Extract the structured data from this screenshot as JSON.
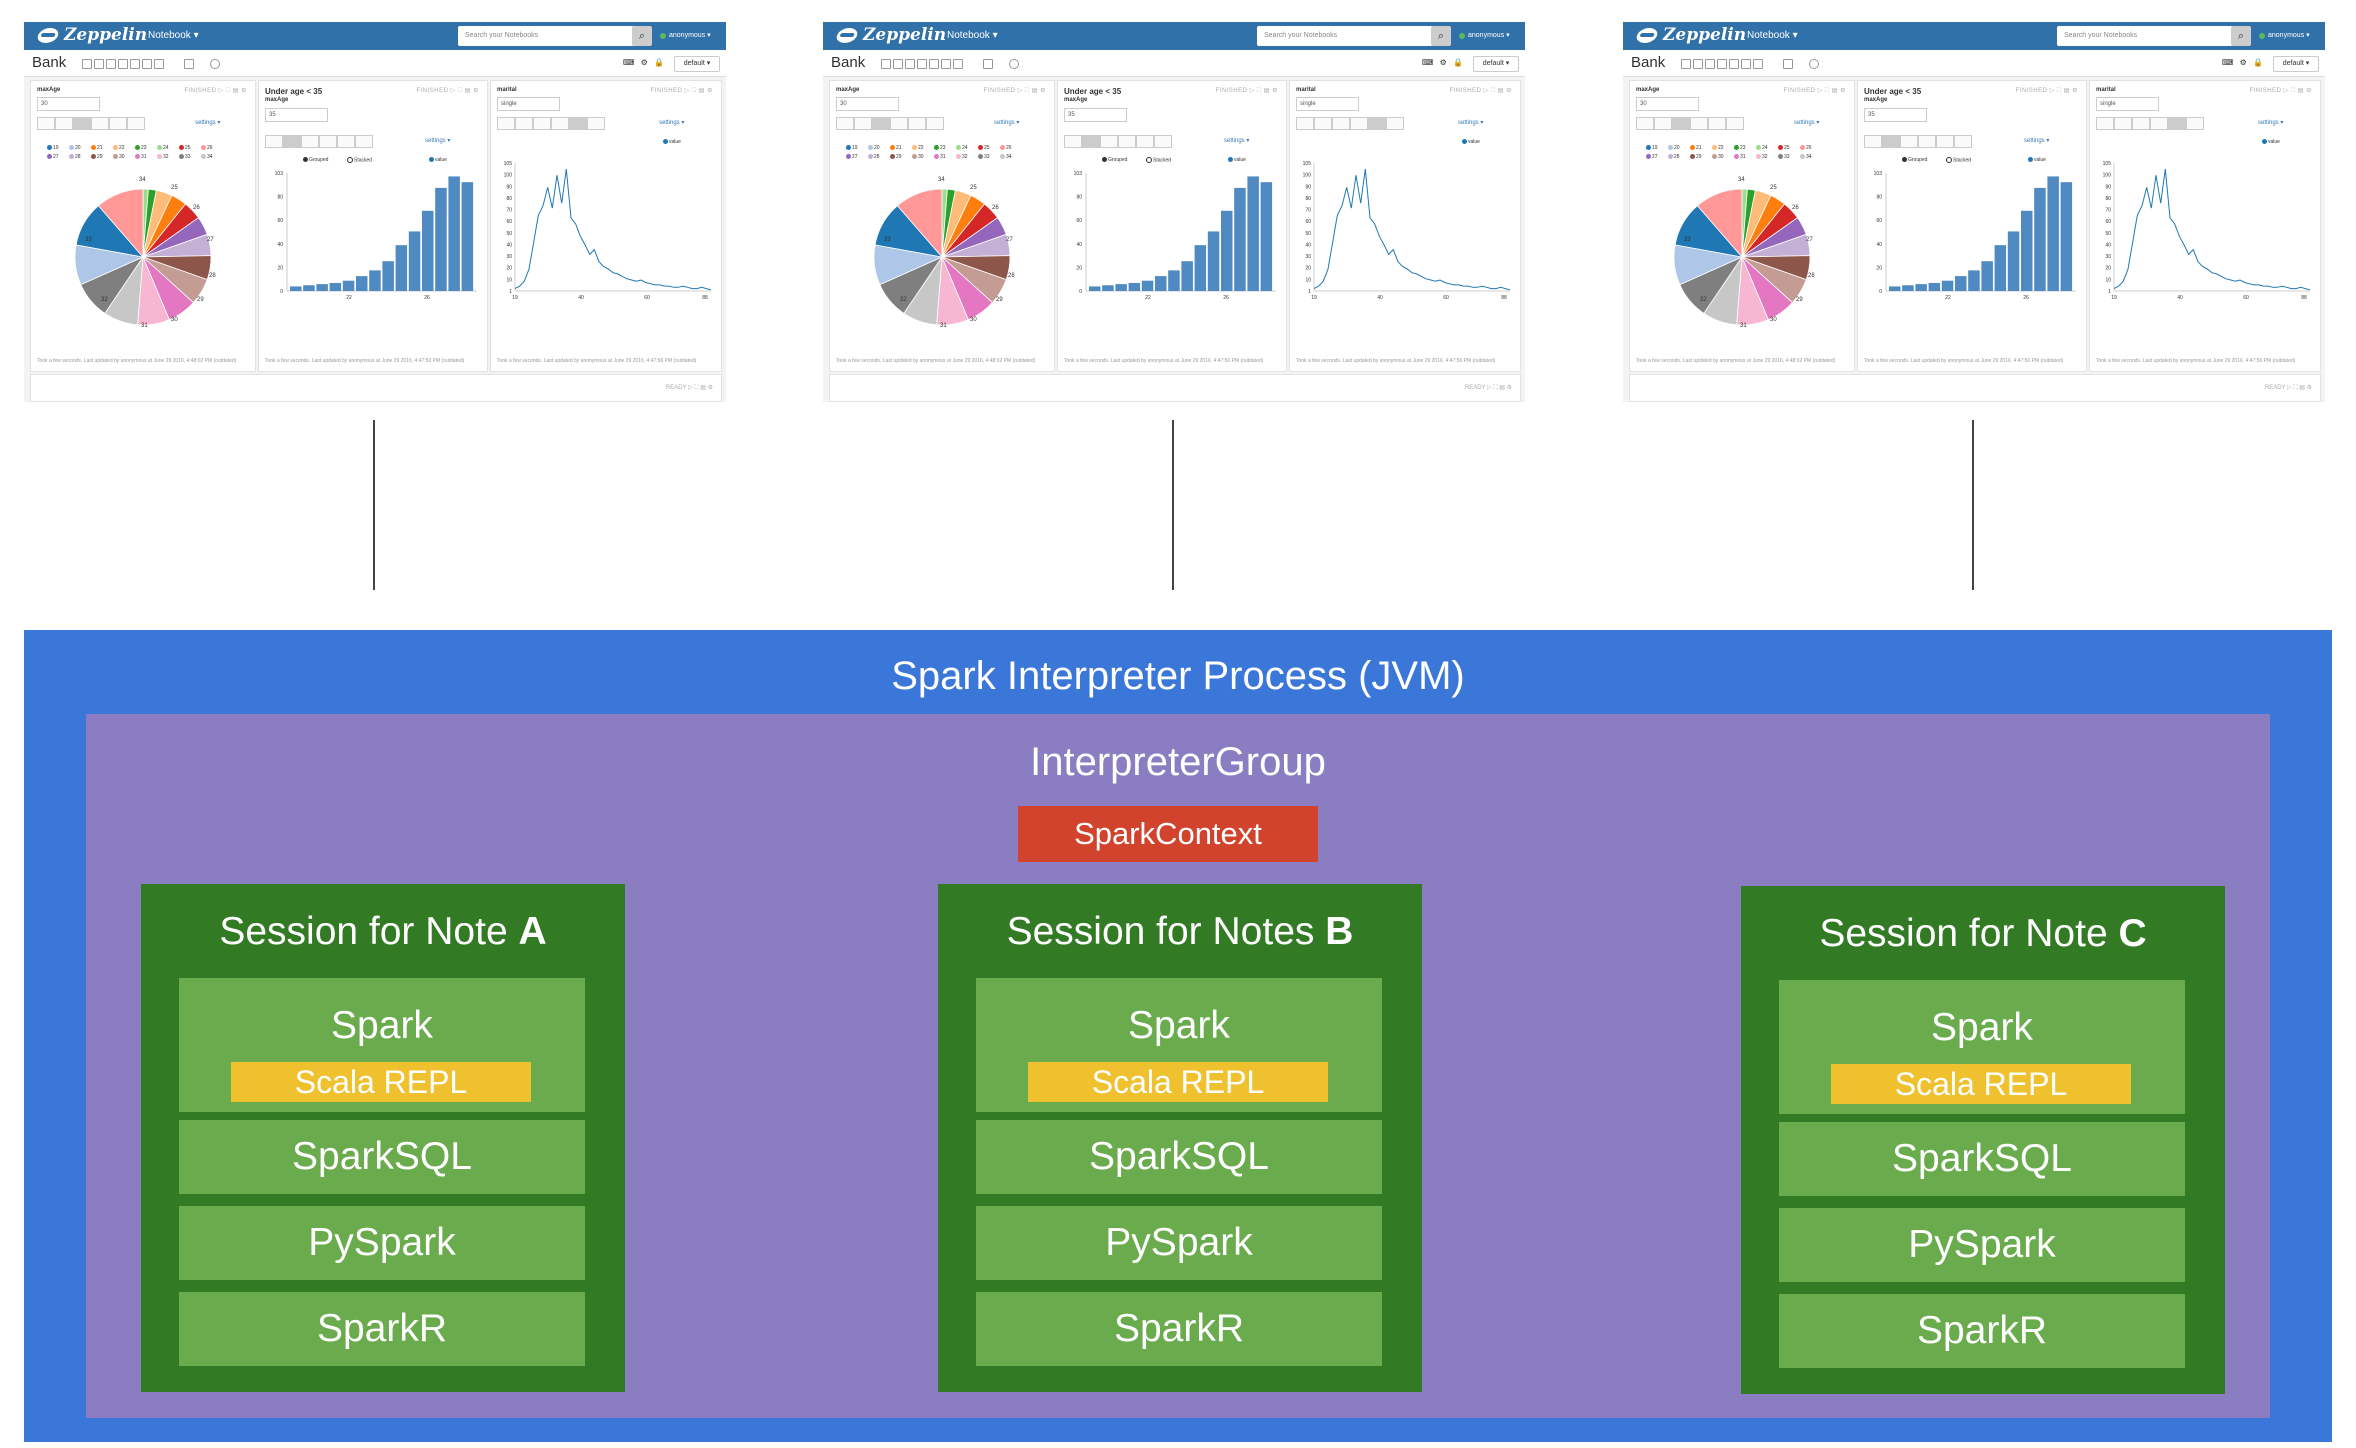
{
  "notebook": {
    "app_name": "Zeppelin",
    "menu_notebook": "Notebook ▾",
    "search_placeholder": "Search your Notebooks",
    "user": "anonymous ▾",
    "title": "Bank",
    "default_button": "default ▾",
    "settings_label": "settings ▾",
    "ready_label": "READY ▷ ⛶ ▤ ⚙",
    "paragraphs": [
      {
        "label": "maxAge",
        "status": "FINISHED ▷ ⛶ ▤ ⚙",
        "input_value": "30",
        "legend": [
          "19",
          "20",
          "21",
          "22",
          "23",
          "24",
          "25",
          "26",
          "27",
          "28",
          "29",
          "30",
          "31",
          "32",
          "33",
          "34"
        ],
        "pie_labels": [
          "34",
          "25",
          "26",
          "27",
          "28",
          "29",
          "30",
          "31",
          "32",
          "33"
        ],
        "footer": "Took a few seconds. Last updated by anonymous at June 29 2016, 4:48:02 PM (outdated)"
      },
      {
        "label": "Under age < 35",
        "sub_label": "maxAge",
        "status": "FINISHED ▷ ⛶ ▤ ⚙",
        "input_value": "35",
        "legend_grouped": "Grouped",
        "legend_stacked": "Stacked",
        "series_name": "value",
        "y_ticks": [
          "103",
          "80",
          "60",
          "40",
          "20",
          "0"
        ],
        "x_ticks": [
          "22",
          "26"
        ],
        "footer": "Took a few seconds. Last updated by anonymous at June 29 2016, 4:47:50 PM (outdated)"
      },
      {
        "label": "marital",
        "status": "FINISHED ▷ ⛶ ▤ ⚙",
        "input_value": "single",
        "series_name": "value",
        "y_ticks": [
          "105",
          "100",
          "90",
          "80",
          "70",
          "60",
          "50",
          "40",
          "30",
          "20",
          "10",
          "1"
        ],
        "x_ticks": [
          "19",
          "40",
          "60",
          "88"
        ],
        "footer": "Took a few seconds. Last updated by anonymous at June 29 2016, 4:47:56 PM (outdated)"
      }
    ]
  },
  "diagram": {
    "jvm_title": "Spark Interpreter Process (JVM)",
    "group_title": "InterpreterGroup",
    "context_label": "SparkContext",
    "sessions": [
      {
        "prefix": "Session for Note ",
        "letter": "A"
      },
      {
        "prefix": "Session for Notes ",
        "letter": "B"
      },
      {
        "prefix": "Session for Note ",
        "letter": "C"
      }
    ],
    "components": {
      "spark": "Spark",
      "repl": "Scala REPL",
      "sql": "SparkSQL",
      "pyspark": "PySpark",
      "sparkr": "SparkR"
    }
  },
  "colors": {
    "jvm": "#3b77d8",
    "group": "#8b7dc2",
    "context": "#d1432c",
    "session": "#337a24",
    "component": "#6aab4d",
    "repl": "#f0c12f",
    "navbar": "#3071a9"
  }
}
